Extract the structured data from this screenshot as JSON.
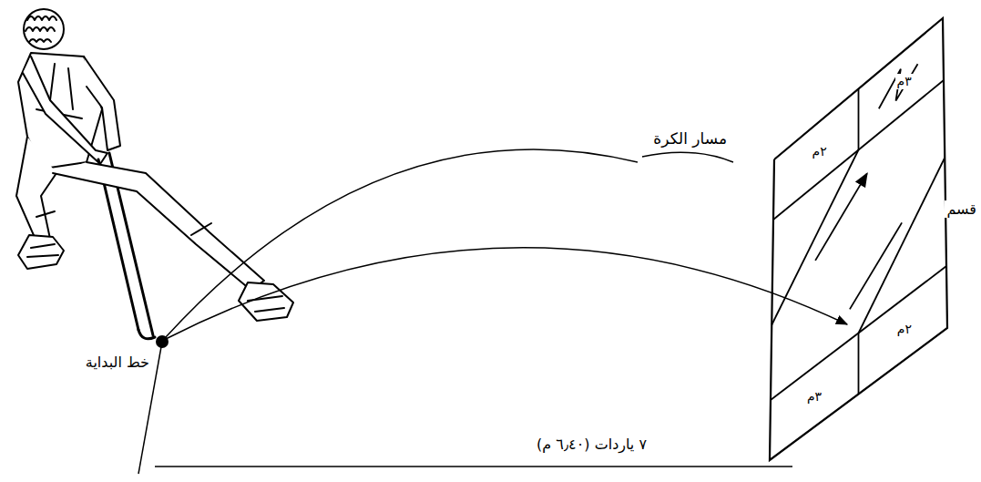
{
  "diagram": {
    "labels": [
      "مسار الكرة",
      "خط البداية",
      "٧ ياردات (٦٫٤٠ م)",
      "قسم",
      "٢م",
      "٣م",
      "٣م",
      "٢م"
    ]
  }
}
